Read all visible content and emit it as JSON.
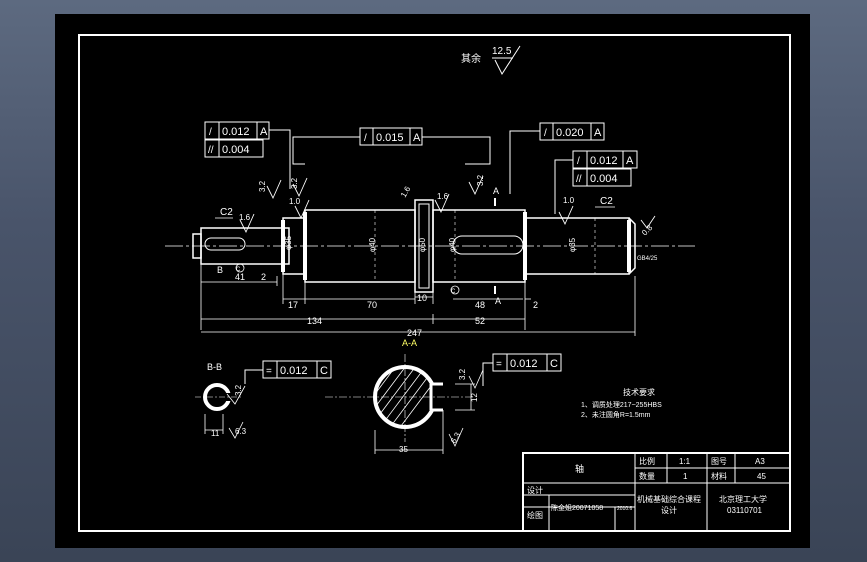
{
  "drawing": {
    "roughness_other": {
      "label": "其余",
      "value": "12.5"
    },
    "tolerance_frames": {
      "left_top": {
        "symbol": "/",
        "value": "0.012",
        "datum": "A"
      },
      "left_bottom": {
        "symbol": "//",
        "value": "0.004"
      },
      "center": {
        "symbol": "/",
        "value": "0.015",
        "datum": "A"
      },
      "right_main": {
        "symbol": "/",
        "value": "0.020",
        "datum": "A"
      },
      "right_top": {
        "symbol": "/",
        "value": "0.012",
        "datum": "A"
      },
      "right_bottom": {
        "symbol": "//",
        "value": "0.004"
      },
      "section_bb": {
        "symbol": "=",
        "value": "0.012",
        "datum": "C"
      },
      "section_aa": {
        "symbol": "=",
        "value": "0.012",
        "datum": "C"
      }
    },
    "roughness_marks": {
      "r1": "3.2",
      "r2": "3.2",
      "r3": "1.0",
      "r4": "1.6",
      "r5": "1.6",
      "r6": "3.2",
      "r7": "1.0",
      "r8": "1.6",
      "r9": "3.2",
      "r10": "6.3",
      "r11": "3.2",
      "r12": "6.3",
      "r13": "0.8"
    },
    "chamfers": {
      "left": "C2",
      "right": "C2"
    },
    "diameters": {
      "d1": "φ35",
      "d2": "φ40",
      "d3": "φ50",
      "d4": "φ40",
      "d5": "φ35"
    },
    "labels": {
      "section_a_top": "A",
      "section_a_bottom": "A",
      "section_b_left": "B",
      "circle_mark": "C",
      "keyway_mark": "C",
      "center_hole": "GB4/25"
    },
    "dimensions": {
      "d41": "41",
      "d2a": "2",
      "d17": "17",
      "d70": "70",
      "d10": "10",
      "d48": "48",
      "d2b": "2",
      "d134": "134",
      "d52": "52",
      "d247": "247"
    },
    "section_aa": {
      "title": "A-A",
      "width": "35",
      "height": "12"
    },
    "section_bb": {
      "title": "B-B",
      "width": "11"
    },
    "notes": {
      "title": "技术要求",
      "line1": "1、调质处理217~255HBS",
      "line2": "2、未注圆角R=1.5mm"
    },
    "title_block": {
      "part_name": "轴",
      "scale_label": "比例",
      "scale_value": "1:1",
      "drawing_no_label": "图号",
      "drawing_no_value": "A3",
      "qty_label": "数量",
      "qty_value": "1",
      "material_label": "材料",
      "material_value": "45",
      "designer_label": "设计",
      "checker_label": "绘图",
      "checker_name": "陈金姐20071058",
      "checker_date": "2010.6",
      "course_line1": "机械基础综合课程",
      "course_line2": "设计",
      "school_line1": "北京理工大学",
      "school_line2": "03110701"
    }
  }
}
